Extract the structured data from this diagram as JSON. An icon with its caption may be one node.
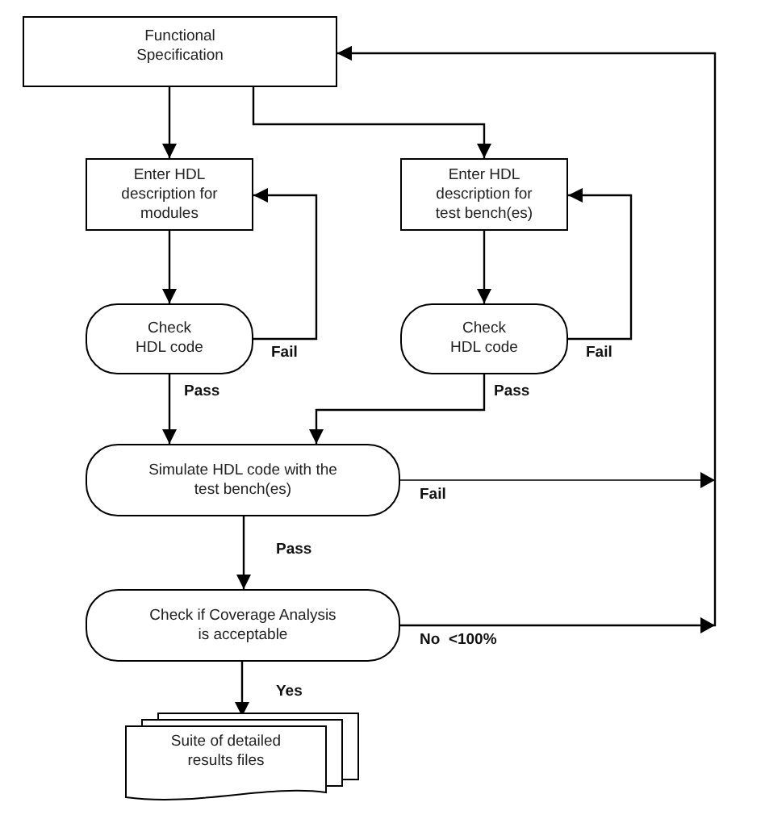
{
  "diagram": {
    "nodes": [
      {
        "text": [
          "Functional Specification"
        ]
      },
      {
        "text": [
          "Enter HDL description for modules"
        ]
      },
      {
        "text": [
          "Enter HDL description for test bench(es)"
        ]
      },
      {
        "text": [
          "Check HDL code"
        ]
      },
      {
        "text": [
          "Check HDL code"
        ]
      },
      {
        "text": [
          "Simulate HDL code with the test bench(es)"
        ]
      },
      {
        "text": [
          "Check if Coverage Analysis is acceptable"
        ]
      },
      {
        "text": [
          "Suite of detailed results files"
        ]
      }
    ],
    "edges": [
      {
        "from": 0,
        "to": 1,
        "arrow": "to"
      },
      {
        "from": 0,
        "to": 2,
        "arrow": "to"
      },
      {
        "from": 1,
        "to": 3,
        "arrow": "to"
      },
      {
        "from": 3,
        "to": 1,
        "arrow": "to",
        "label": "Fail"
      },
      {
        "from": 2,
        "to": 4,
        "arrow": "to"
      },
      {
        "from": 4,
        "to": 2,
        "arrow": "to",
        "label": "Fail"
      },
      {
        "from": 3,
        "to": 5,
        "arrow": "to",
        "label": "Pass"
      },
      {
        "from": 4,
        "to": 5,
        "arrow": "to",
        "label": "Pass"
      },
      {
        "from": 5,
        "to": 0,
        "arrow": "to",
        "label": "Fail"
      },
      {
        "from": 6,
        "to": 0,
        "arrow": "to",
        "label": "No  <100%"
      },
      {
        "from": 5,
        "to": 6,
        "arrow": "to",
        "label": "Pass"
      },
      {
        "from": 6,
        "to": 7,
        "arrow": "to",
        "label": "Yes"
      }
    ]
  }
}
